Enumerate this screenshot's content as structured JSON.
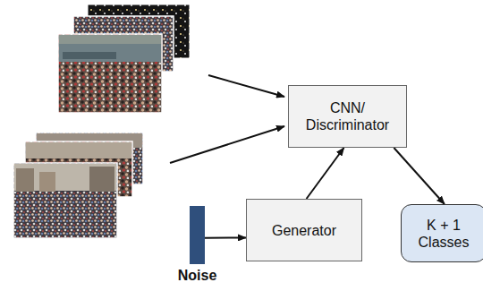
{
  "diagram": {
    "nodes": [
      {
        "text": [
          "CNN/ Discriminator"
        ]
      },
      {
        "text": [
          "Noise"
        ]
      },
      {
        "text": [
          "Generator"
        ]
      },
      {
        "text": [
          "K + 1 Classes"
        ]
      }
    ],
    "edges": [
      {
        "from": 1,
        "to": 2,
        "arrow": "to"
      },
      {
        "from": 2,
        "to": 0,
        "arrow": "to"
      },
      {
        "from": 0,
        "to": 3,
        "arrow": "to"
      }
    ]
  }
}
